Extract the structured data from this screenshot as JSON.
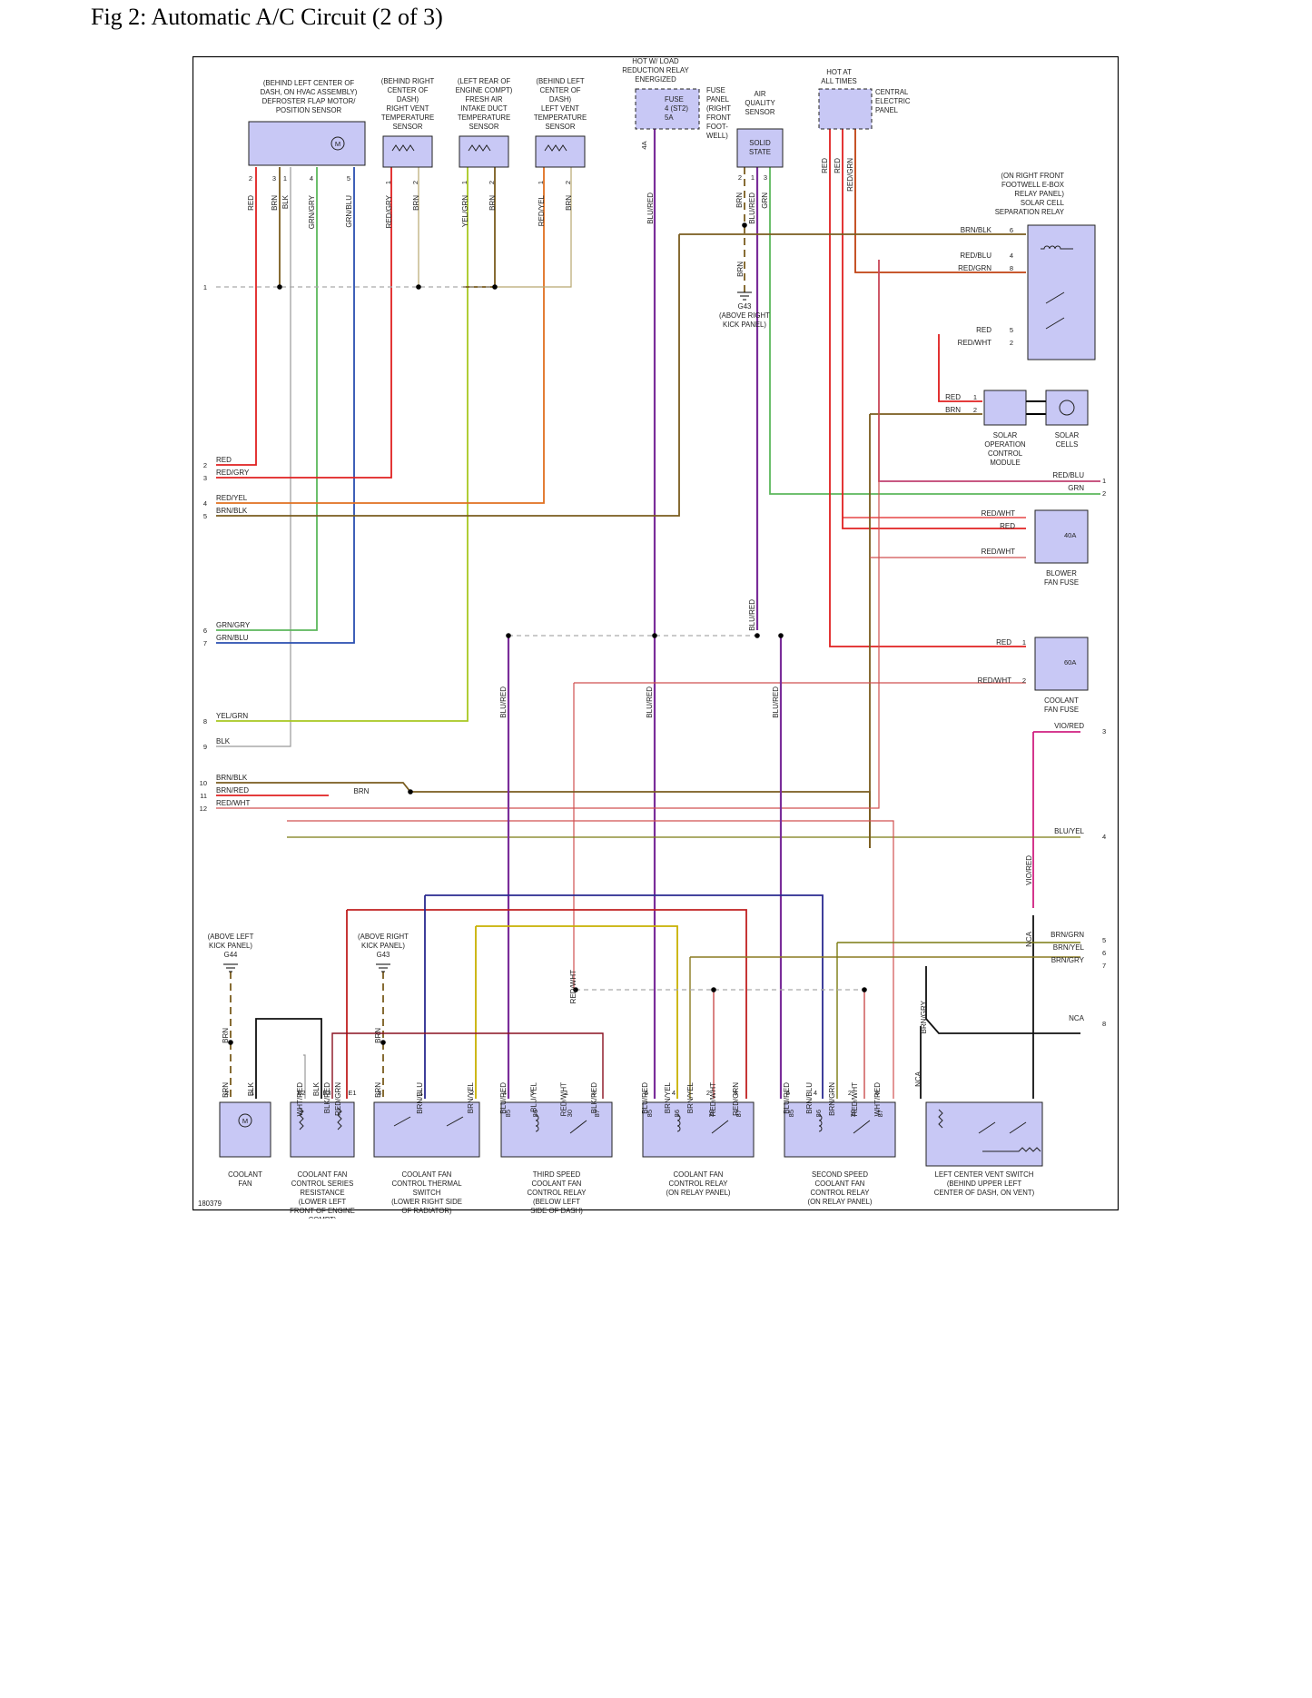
{
  "page": {
    "title": "Fig 2: Automatic A/C Circuit (2 of 3)"
  },
  "colors": {
    "RED": "#e02020",
    "BRN": "#7a5c1e",
    "BLK": "#222222",
    "GRN": "#5cb85c",
    "BLU": "#2a4fb0",
    "YEL": "#d8c800",
    "VIO": "#7a2d9a",
    "WHT": "#bbbbbb",
    "GRY": "#999999",
    "component_fill": "#c8c8f5",
    "dashed": "#aaaaaa"
  },
  "diagram": {
    "id": "180379",
    "top_components": [
      {
        "id": "defroster",
        "caption": [
          "(BEHIND LEFT CENTER OF",
          "DASH, ON HVAC ASSEMBLY)",
          "DEFROSTER FLAP MOTOR/",
          "POSITION SENSOR"
        ],
        "pins": [
          "2",
          "3",
          "1",
          "4",
          "5"
        ],
        "wires": [
          "RED",
          "BRN",
          "BLK",
          "GRN/GRY",
          "GRN/BLU"
        ]
      },
      {
        "id": "right-vent",
        "caption": [
          "(BEHIND RIGHT",
          "CENTER OF",
          "DASH)",
          "RIGHT VENT",
          "TEMPERATURE",
          "SENSOR"
        ],
        "pins": [
          "1",
          "2"
        ],
        "wires": [
          "RED/GRY",
          "BRN"
        ]
      },
      {
        "id": "fresh-air",
        "caption": [
          "(LEFT REAR OF",
          "ENGINE COMPT)",
          "FRESH AIR",
          "INTAKE DUCT",
          "TEMPERATURE",
          "SENSOR"
        ],
        "pins": [
          "1",
          "2"
        ],
        "wires": [
          "YEL/GRN",
          "BRN"
        ]
      },
      {
        "id": "left-vent",
        "caption": [
          "(BEHIND LEFT",
          "CENTER OF",
          "DASH)",
          "LEFT VENT",
          "TEMPERATURE",
          "SENSOR"
        ],
        "pins": [
          "1",
          "2"
        ],
        "wires": [
          "RED/YEL",
          "BRN"
        ]
      }
    ],
    "fuse_st2": {
      "header": [
        "HOT W/ LOAD",
        "REDUCTION RELAY",
        "ENERGIZED"
      ],
      "lines": [
        "FUSE",
        "4 (ST2)",
        "5A"
      ],
      "panel": [
        "FUSE",
        "PANEL",
        "(RIGHT",
        "FRONT",
        "FOOT-",
        "WELL)"
      ],
      "pin": "4A",
      "wire": "BLU/RED"
    },
    "air_quality": {
      "caption": [
        "AIR",
        "QUALITY",
        "SENSOR"
      ],
      "body": [
        "SOLID",
        "STATE"
      ],
      "pins": [
        "2",
        "1",
        "3"
      ],
      "wires": [
        "BRN",
        "BLU/RED",
        "GRN"
      ]
    },
    "central_panel": {
      "header": [
        "HOT AT",
        "ALL TIMES"
      ],
      "caption": [
        "CENTRAL",
        "ELECTRIC",
        "PANEL"
      ],
      "wires": [
        "RED",
        "RED",
        "RED/GRN"
      ]
    },
    "g43_top": {
      "wire": "BRN",
      "caption": [
        "G43",
        "(ABOVE RIGHT",
        "KICK PANEL)"
      ]
    },
    "solar_relay": {
      "caption": [
        "(ON RIGHT FRONT",
        "FOOTWELL E-BOX",
        "RELAY PANEL)",
        "SOLAR CELL",
        "SEPARATION RELAY"
      ],
      "pins": [
        {
          "wire": "BRN/BLK",
          "pin": "6"
        },
        {
          "wire": "RED/BLU",
          "pin": "4"
        },
        {
          "wire": "RED/GRN",
          "pin": "8"
        },
        {
          "wire": "RED",
          "pin": "5"
        },
        {
          "wire": "RED/WHT",
          "pin": "2"
        }
      ]
    },
    "solar_module": {
      "caption": [
        "SOLAR",
        "OPERATION",
        "CONTROL",
        "MODULE"
      ],
      "pins": [
        {
          "wire": "RED",
          "pin": "1"
        },
        {
          "wire": "BRN",
          "pin": "2"
        }
      ]
    },
    "solar_cells": {
      "caption": [
        "SOLAR",
        "CELLS"
      ]
    },
    "blower_fuse": {
      "rating": "40A",
      "caption": [
        "BLOWER",
        "FAN FUSE"
      ],
      "wires": [
        "RED/WHT",
        "RED",
        "RED/WHT"
      ]
    },
    "coolant_fuse": {
      "rating": "60A",
      "caption": [
        "COOLANT",
        "FAN FUSE"
      ],
      "pins": [
        {
          "wire": "RED",
          "pin": "1"
        },
        {
          "wire": "RED/WHT",
          "pin": "2"
        }
      ]
    },
    "left_connector": [
      {
        "num": "1",
        "wire": ""
      },
      {
        "num": "2",
        "wire": "RED"
      },
      {
        "num": "3",
        "wire": "RED/GRY"
      },
      {
        "num": "4",
        "wire": "RED/YEL"
      },
      {
        "num": "5",
        "wire": "BRN/BLK"
      },
      {
        "num": "6",
        "wire": "GRN/GRY"
      },
      {
        "num": "7",
        "wire": "GRN/BLU"
      },
      {
        "num": "8",
        "wire": "YEL/GRN"
      },
      {
        "num": "9",
        "wire": "BLK"
      },
      {
        "num": "10",
        "wire": "BRN/BLK"
      },
      {
        "num": "11",
        "wire": "BRN/RED"
      },
      {
        "num": "12",
        "wire": "RED/WHT"
      }
    ],
    "splice_brn": "BRN",
    "right_connector": [
      {
        "num": "1",
        "wire": "RED/BLU"
      },
      {
        "num": "2",
        "wire": "GRN"
      },
      {
        "num": "3",
        "wire": "VIO/RED"
      },
      {
        "num": "4",
        "wire": "BLU/YEL"
      },
      {
        "num": "5",
        "wire": "BRN/GRN"
      },
      {
        "num": "6",
        "wire": "BRN/YEL"
      },
      {
        "num": "7",
        "wire": "BRN/GRY"
      },
      {
        "num": "8",
        "wire": "NCA"
      }
    ],
    "mid_verticals": [
      "BLU/RED",
      "BLU/RED",
      "BLU/RED",
      "BLU/RED"
    ],
    "vertical_misc": {
      "vio_red": "VIO/RED",
      "nca": "NCA",
      "brn_gry": "BRN/GRY",
      "red_wht": "RED/WHT"
    },
    "grounds": [
      {
        "name": "G44",
        "caption": [
          "(ABOVE LEFT",
          "KICK PANEL)",
          "G44"
        ],
        "wire": "BRN"
      },
      {
        "name": "G43",
        "caption": [
          "(ABOVE RIGHT",
          "KICK PANEL)",
          "G43"
        ],
        "wire": "BRN"
      }
    ],
    "bottom_components": [
      {
        "id": "coolant-fan",
        "caption": [
          "COOLANT",
          "FAN"
        ],
        "pins": [
          "2",
          "1"
        ],
        "wires": [
          "BRN",
          "BLK"
        ]
      },
      {
        "id": "series-resistance",
        "caption": [
          "COOLANT FAN",
          "CONTROL SERIES",
          "RESISTANCE",
          "(LOWER LEFT",
          "FRONT OF ENGINE",
          "COMPT)"
        ],
        "pins": [
          "E2",
          "E3",
          "E1"
        ],
        "wires": [
          "WHT/RED",
          "BLK",
          "BLK/RED",
          "RED/GRN"
        ]
      },
      {
        "id": "thermal-switch",
        "caption": [
          "COOLANT FAN",
          "CONTROL THERMAL",
          "SWITCH",
          "(LOWER RIGHT SIDE",
          "OF RADIATOR)"
        ],
        "pins": [
          "3",
          "1",
          "2"
        ],
        "wires": [
          "BRN",
          "BRN/BLU",
          "BRN/YEL"
        ]
      },
      {
        "id": "third-speed-relay",
        "caption": [
          "THIRD SPEED",
          "COOLANT FAN",
          "CONTROL RELAY",
          "(BELOW LEFT",
          "SIDE OF DASH)"
        ],
        "pins": [
          "4",
          "3",
          "1",
          "2"
        ],
        "terminals": [
          "85",
          "86",
          "30",
          "87"
        ],
        "wires": [
          "BLU/RED",
          "BLU/YEL",
          "RED/WHT",
          "BLK/RED"
        ]
      },
      {
        "id": "coolant-fan-relay",
        "caption": [
          "COOLANT FAN",
          "CONTROL RELAY",
          "(ON RELAY PANEL)"
        ],
        "pins": [
          "6",
          "4",
          "2",
          "8"
        ],
        "terminals": [
          "85",
          "86",
          "30",
          "87"
        ],
        "wires": [
          "BLU/RED",
          "BRN/YEL",
          "BRN/YEL",
          "RED/WHT",
          "RED/GRN"
        ]
      },
      {
        "id": "second-speed-relay",
        "caption": [
          "SECOND SPEED",
          "COOLANT FAN",
          "CONTROL RELAY",
          "(ON RELAY PANEL)"
        ],
        "pins": [
          "6",
          "4",
          "2",
          "8"
        ],
        "terminals": [
          "85",
          "86",
          "30",
          "87"
        ],
        "wires": [
          "BLU/RED",
          "BRN/BLU",
          "BRN/GRN",
          "RED/WHT",
          "WHT/RED"
        ]
      },
      {
        "id": "vent-switch",
        "caption": [
          "LEFT CENTER VENT SWITCH",
          "(BEHIND UPPER LEFT",
          "CENTER OF DASH, ON VENT)"
        ],
        "wires": [
          "NCA",
          "NCA"
        ]
      }
    ]
  }
}
